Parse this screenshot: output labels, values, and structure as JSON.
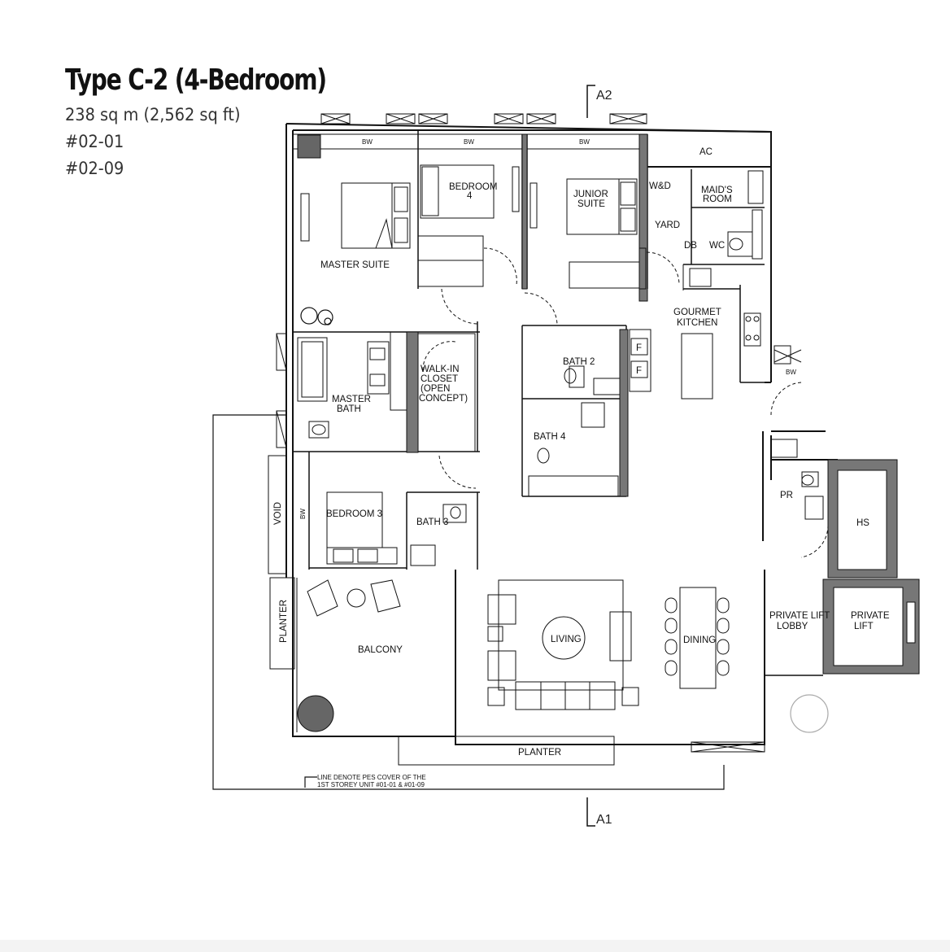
{
  "header": {
    "title": "Type C-2 (4-Bedroom)",
    "area": "238 sq m (2,562 sq ft)",
    "units": [
      "#02-01",
      "#02-09"
    ]
  },
  "rooms": {
    "master_suite": "MASTER SUITE",
    "bedroom4": [
      "BEDROOM",
      "4"
    ],
    "junior_suite": [
      "JUNIOR",
      "SUITE"
    ],
    "wd": "W&D",
    "maids_room": [
      "MAID'S",
      "ROOM"
    ],
    "yard": "YARD",
    "db": "DB",
    "wc": "WC",
    "ac": "AC",
    "gourmet_kitchen": [
      "GOURMET",
      "KITCHEN"
    ],
    "walk_in_closet": [
      "WALK-IN",
      "CLOSET",
      "(OPEN",
      "CONCEPT)"
    ],
    "master_bath": [
      "MASTER",
      "BATH"
    ],
    "bath2": "BATH 2",
    "bath4": "BATH 4",
    "fridge": [
      "F",
      "F"
    ],
    "pr": "PR",
    "hs": "HS",
    "bedroom3": "BEDROOM 3",
    "bath3": "BATH 3",
    "void": "VOID",
    "planter_left": "PLANTER",
    "balcony": "BALCONY",
    "living": "LIVING",
    "dining": "DINING",
    "private_lift_lobby": [
      "PRIVATE  LIFT",
      "LOBBY"
    ],
    "private_lift": [
      "PRIVATE",
      "LIFT"
    ],
    "planter_bottom": "PLANTER",
    "bw": [
      "BW",
      "BW",
      "BW",
      "BW",
      "BW"
    ]
  },
  "section_marks": {
    "top": "A2",
    "bottom": "A1"
  },
  "note": [
    "LINE DENOTE PES COVER OF THE",
    "1ST STOREY UNIT #01-01 & #01-09"
  ]
}
